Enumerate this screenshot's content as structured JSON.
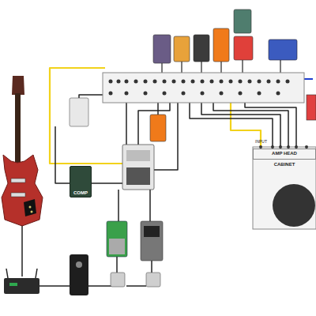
{
  "diagram": {
    "nodes": [
      {
        "text": [
          "AMP HEAD"
        ]
      },
      {
        "text": [
          "CABINET"
        ]
      },
      {
        "text": [
          "COMP"
        ]
      }
    ],
    "labels": [
      "INPUT"
    ]
  }
}
